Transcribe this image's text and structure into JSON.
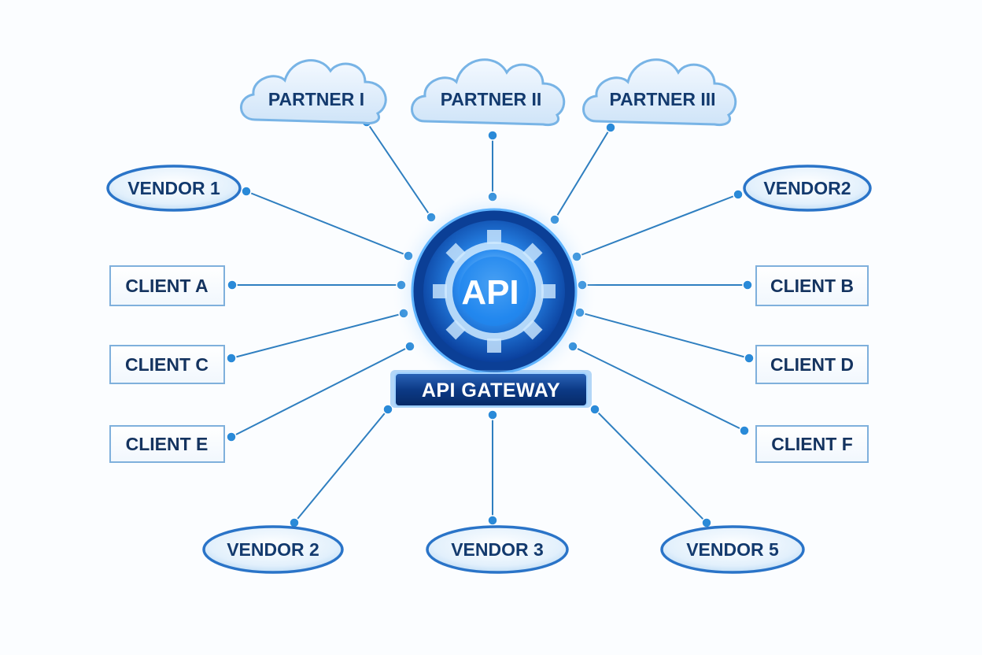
{
  "hub": {
    "label": "API",
    "badge": "API GATEWAY"
  },
  "partners": [
    "PARTNER I",
    "PARTNER II",
    "PARTNER III"
  ],
  "vendors": [
    "VENDOR 1",
    "VENDOR2",
    "VENDOR 2",
    "VENDOR 3",
    "VENDOR 5"
  ],
  "clients": [
    "CLIENT A",
    "CLIENT B",
    "CLIENT C",
    "CLIENT D",
    "CLIENT E",
    "CLIENT F"
  ],
  "colors": {
    "line": "#2f7fc0",
    "dot": "#2a8ad8",
    "text": "#133a6e",
    "cloud_fill": "#dcecfa",
    "cloud_stroke": "#78b4e6",
    "oval_stroke": "#2a74c8",
    "rect_stroke": "#7fb0dc",
    "badge_fill": "#0d3b86",
    "hub_core": "#1c7fe8"
  }
}
